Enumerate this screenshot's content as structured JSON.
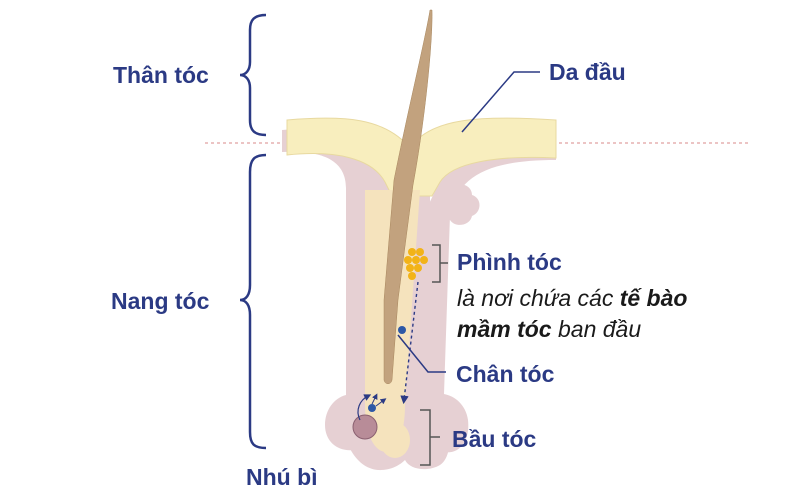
{
  "labels": {
    "than_toc": "Thân tóc",
    "da_dau": "Da đầu",
    "nang_toc": "Nang tóc",
    "phinh_toc": "Phình tóc",
    "chan_toc": "Chân tóc",
    "bau_toc": "Bầu tóc",
    "nhu_bi": "Nhú bì"
  },
  "description": {
    "line1_prefix": "là nơi chứa các ",
    "line1_bold": "tế bào",
    "line2_bold": "mầm tóc",
    "line2_suffix": " ban đầu"
  },
  "colors": {
    "label_text": "#2b3a84",
    "bracket": "#2b3a84",
    "scalp_fill": "#f8eebe",
    "follicle_sheath": "#e6d0d3",
    "hair_shaft": "#c2a27e",
    "stem_cells": "#f2b318",
    "cell_blue": "#2d58a6"
  },
  "icons": [
    "curly-bracket-than-toc",
    "curly-bracket-nang-toc",
    "square-bracket-phinh-toc",
    "square-bracket-bau-toc",
    "dotted-arrow"
  ]
}
